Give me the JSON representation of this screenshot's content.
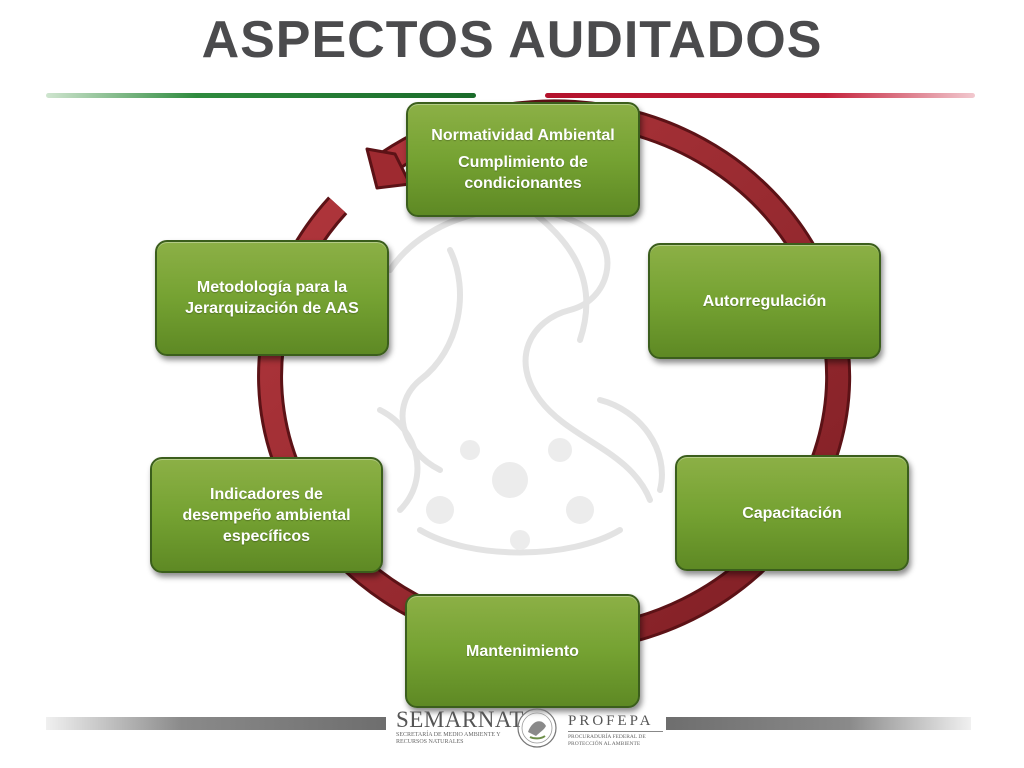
{
  "slide": {
    "title": "ASPECTOS AUDITADOS"
  },
  "cycle": {
    "nodes": [
      {
        "line1": "Normatividad Ambiental",
        "line2": "Cumplimiento de condicionantes"
      },
      {
        "line1": "Autorregulación"
      },
      {
        "line1": "Capacitación"
      },
      {
        "line1": "Mantenimiento"
      },
      {
        "line1": "Indicadores de desempeño ambiental específicos"
      },
      {
        "line1": "Metodología para  la Jerarquización de AAS"
      }
    ]
  },
  "colors": {
    "node_fill": "#76a034",
    "cycle_arrow": "#9e2a30",
    "title": "#4b4b4d",
    "stripe_green": "#1f7a33",
    "stripe_red": "#c01d37"
  },
  "footer": {
    "semarnat": {
      "name": "SEMARNAT",
      "sub": "SECRETARÍA DE MEDIO AMBIENTE Y RECURSOS NATURALES"
    },
    "profepa": {
      "name": "PROFEPA",
      "sub": "PROCURADURÍA FEDERAL DE PROTECCIÓN AL AMBIENTE"
    }
  }
}
